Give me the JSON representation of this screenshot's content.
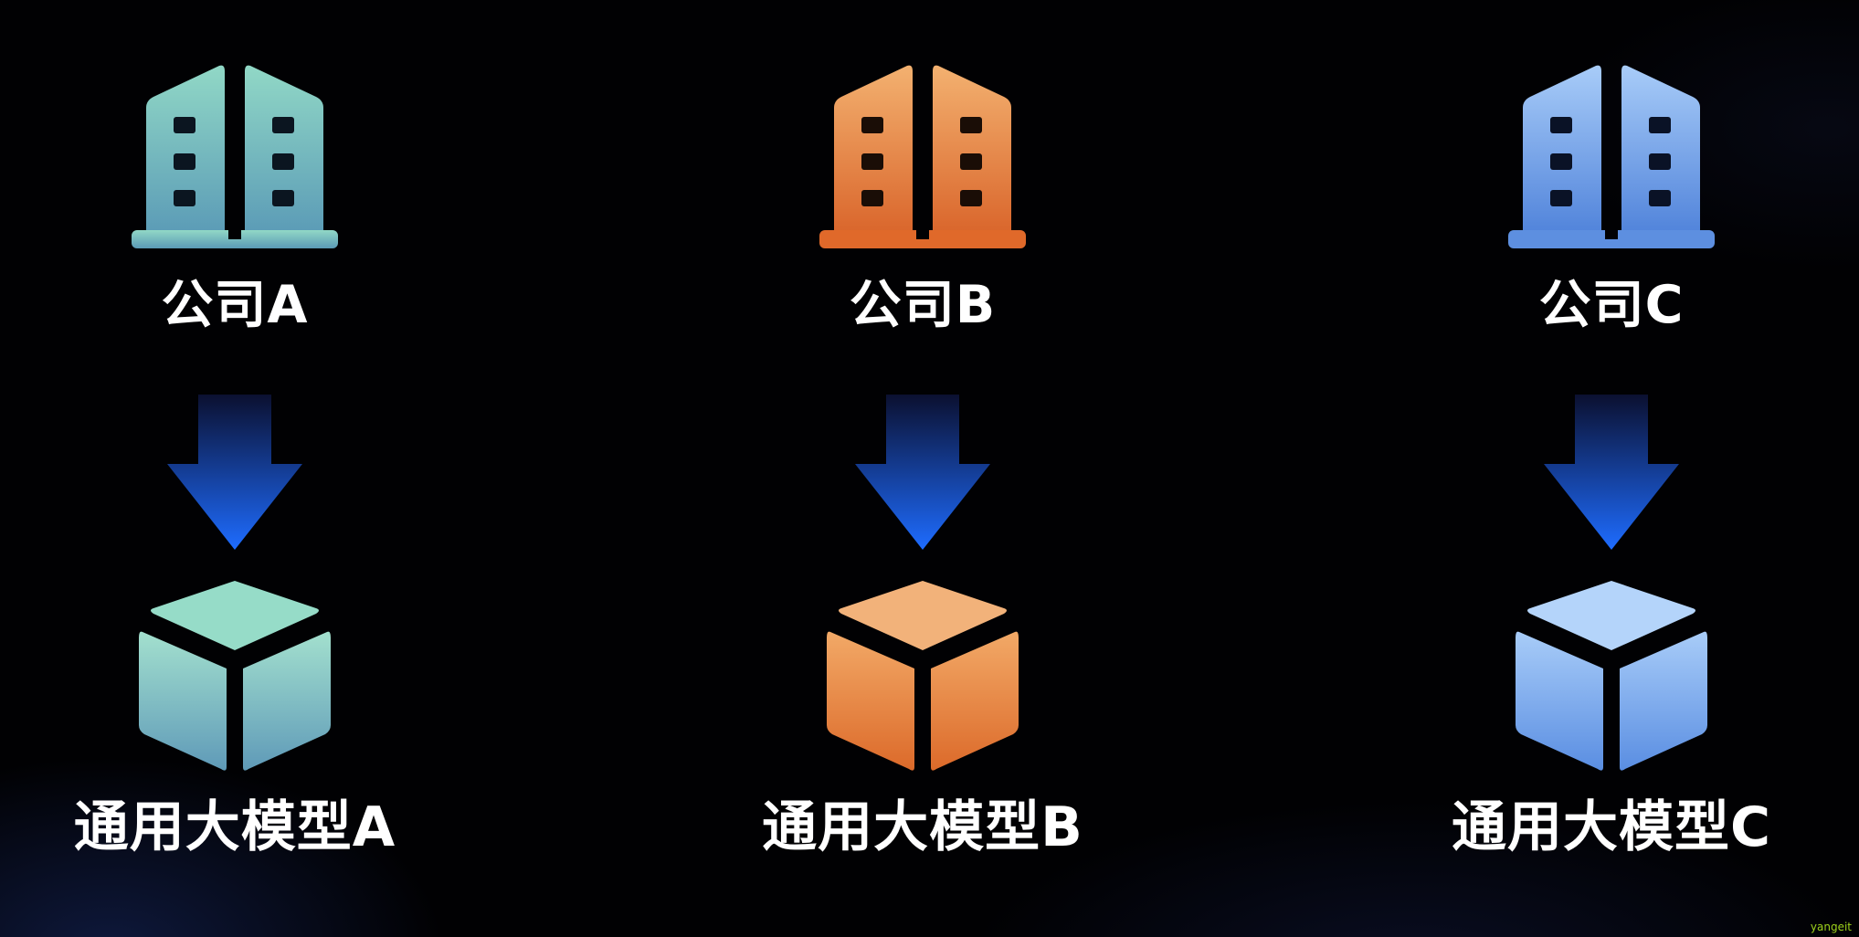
{
  "columns": [
    {
      "company_label": "公司A",
      "model_label": "通用大模型A",
      "colors": {
        "light": "#91d8c6",
        "dark": "#5a9ab6",
        "base": "#7ab8cd"
      }
    },
    {
      "company_label": "公司B",
      "model_label": "通用大模型B",
      "colors": {
        "light": "#f3b170",
        "dark": "#d9642a",
        "base": "#e77a2f"
      }
    },
    {
      "company_label": "公司C",
      "model_label": "通用大模型C",
      "colors": {
        "light": "#a8ccf8",
        "dark": "#4f82da",
        "base": "#6b9ae6"
      }
    }
  ],
  "arrow_colors": {
    "top": "#0b1030",
    "bottom": "#1e6cff"
  },
  "watermark": "yangeit"
}
